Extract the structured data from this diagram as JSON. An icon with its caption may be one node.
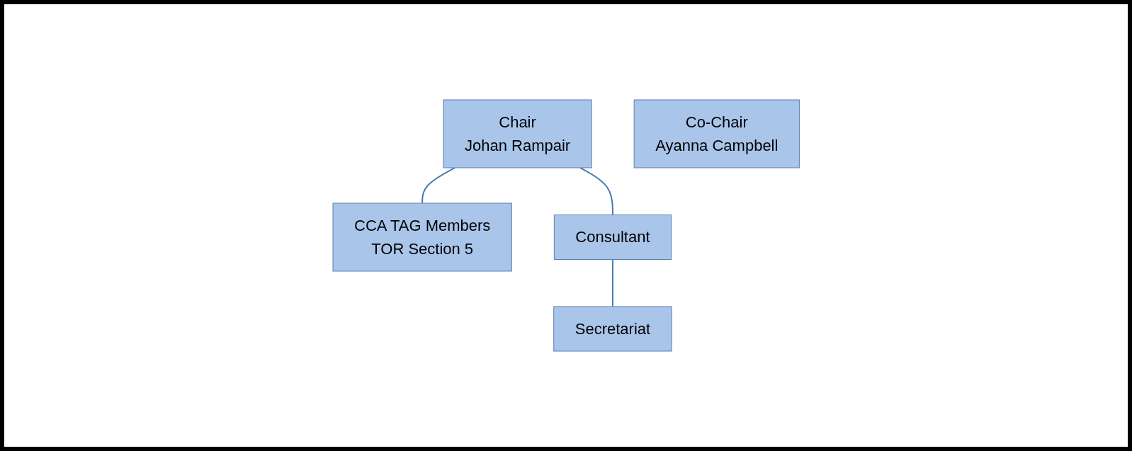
{
  "diagram": {
    "nodes": [
      {
        "text": [
          "Chair",
          "Johan Rampair"
        ]
      },
      {
        "text": [
          "Co-Chair",
          "Ayanna Campbell"
        ]
      },
      {
        "text": [
          "CCA TAG Members",
          "TOR Section 5"
        ]
      },
      {
        "text": [
          "Consultant"
        ]
      },
      {
        "text": [
          "Secretariat"
        ]
      }
    ],
    "edges": [
      {
        "from": 0,
        "to": 2,
        "arrow": "none"
      },
      {
        "from": 0,
        "to": 3,
        "arrow": "none"
      },
      {
        "from": 3,
        "to": 4,
        "arrow": "none"
      }
    ]
  }
}
